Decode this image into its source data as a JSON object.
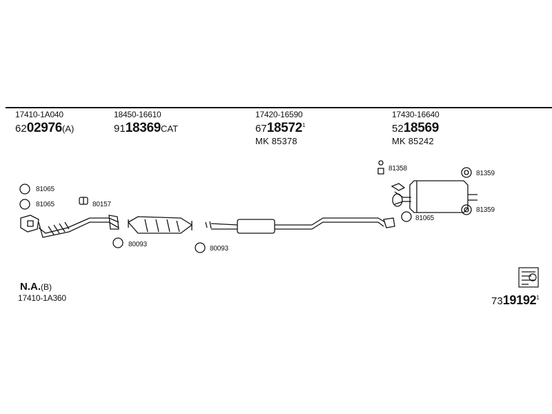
{
  "headers": [
    {
      "part_number": "17410-1A040",
      "ref_prefix": "62",
      "ref_main": "02976",
      "ref_suffix": "(A)",
      "ref_sup": "",
      "mk": ""
    },
    {
      "part_number": "18450-16610",
      "ref_prefix": "91",
      "ref_main": "18369",
      "ref_suffix": "CAT",
      "ref_sup": "",
      "mk": ""
    },
    {
      "part_number": "17420-16590",
      "ref_prefix": "67",
      "ref_main": "18572",
      "ref_suffix": "",
      "ref_sup": "1",
      "mk": "MK 85378"
    },
    {
      "part_number": "17430-16640",
      "ref_prefix": "52",
      "ref_main": "18569",
      "ref_suffix": "",
      "ref_sup": "",
      "mk": "MK 85242"
    }
  ],
  "small_labels": {
    "gasket_1": "81065",
    "gasket_2": "81065",
    "bolt_1": "80157",
    "gasket_3": "80093",
    "gasket_4": "80093",
    "hanger_1": "81358",
    "hanger_2": "81359",
    "hanger_3": "81359",
    "gasket_5": "81065"
  },
  "not_available": {
    "label": "N.A.",
    "suffix": "(B)",
    "part_number": "17410-1A360"
  },
  "bottom_reference": {
    "prefix": "73",
    "main": "19192",
    "sup": "1"
  },
  "colors": {
    "ink": "#111111",
    "background": "#ffffff"
  }
}
